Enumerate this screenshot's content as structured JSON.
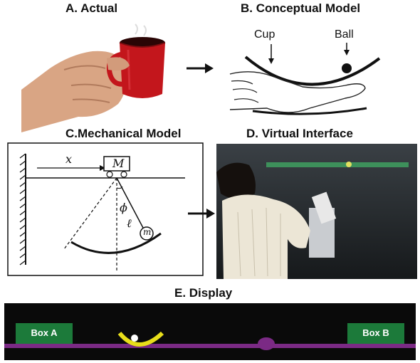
{
  "panels": {
    "a": {
      "title": "A. Actual"
    },
    "b": {
      "title": "B. Conceptual Model",
      "cup_label": "Cup",
      "ball_label": "Ball"
    },
    "c": {
      "title": "C.Mechanical Model",
      "var_x": "x",
      "mass_M": "M",
      "angle_phi": "ϕ",
      "length_l": "ℓ",
      "mass_m": "m"
    },
    "d": {
      "title": "D. Virtual Interface"
    },
    "e": {
      "title": "E. Display",
      "box_a": "Box A",
      "box_b": "Box B"
    }
  },
  "colors": {
    "cup_red": "#c3161c",
    "display_bg": "#0a0a0a",
    "box_green": "#1c7a3a",
    "track_purple": "#7b2a85",
    "cup_yellow": "#e8de1a"
  }
}
